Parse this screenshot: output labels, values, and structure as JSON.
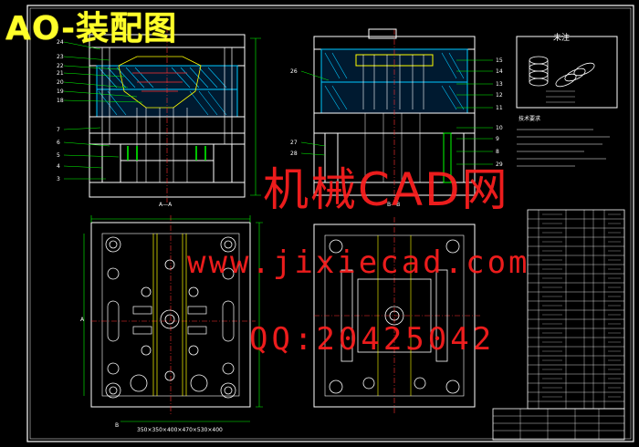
{
  "title": "AO-装配图",
  "watermark": {
    "line1": "机械CAD网",
    "line2": "www.jixiecad.com",
    "line3": "QQ:20425042"
  },
  "annotations": {
    "view_label_1": "A—A",
    "view_label_2": "B—B",
    "stamp_text": "未注",
    "section_mark_a": "A",
    "section_mark_b": "B",
    "tech_requirements_heading": "技术要求",
    "dimension_note": "350×350×400×470×530×400"
  },
  "colors": {
    "background": "#000000",
    "title": "#ffff2a",
    "watermark": "#ff1f1f",
    "drawing_lines": "#ffffff",
    "dimension_lines": "#00ff00",
    "leader_lines": "#00ffff",
    "center_lines": "#ff3030",
    "hatch": "#00c8ff",
    "part_lines": "#ffff00"
  }
}
